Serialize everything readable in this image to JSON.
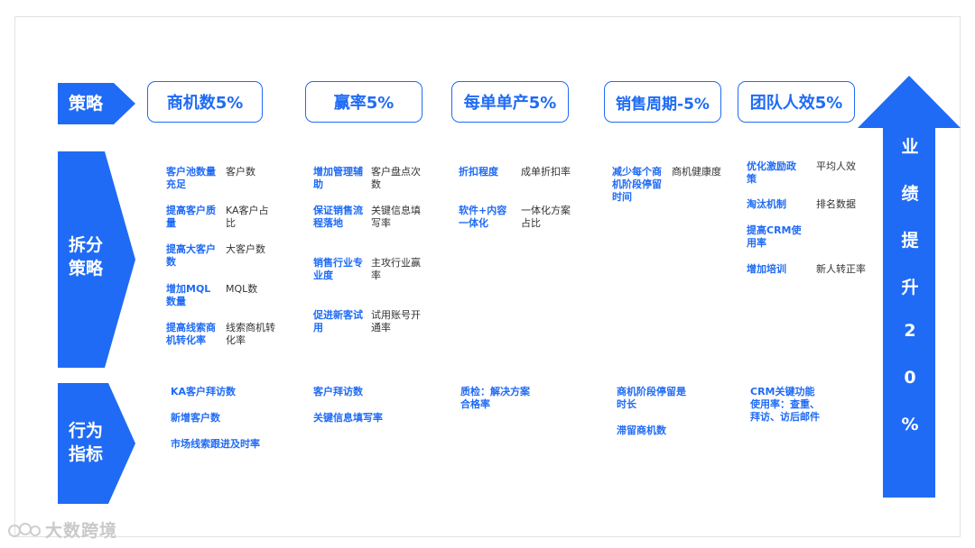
{
  "labels": {
    "strategy": "策略",
    "breakdown": [
      "拆分",
      "策略"
    ],
    "behavior": [
      "行为",
      "指标"
    ]
  },
  "strategies": [
    "商机数5%",
    "赢率5%",
    "每单单产5%",
    "销售周期-5%",
    "团队人效5%"
  ],
  "breakdown": {
    "col1": [
      {
        "action": "客户池数量充足",
        "metric": "客户数"
      },
      {
        "action": "提高客户质量",
        "metric": "KA客户占比"
      },
      {
        "action": "提高大客户数",
        "metric": "大客户数"
      },
      {
        "action": "增加MQL数量",
        "metric": "MQL数"
      },
      {
        "action": "提高线索商机转化率",
        "metric": "线索商机转化率"
      }
    ],
    "col2": [
      {
        "action": "增加管理辅助",
        "metric": "客户盘点次数"
      },
      {
        "action": "保证销售流程落地",
        "metric": "关键信息填写率"
      },
      {
        "action": "销售行业专业度",
        "metric": "主攻行业赢率"
      },
      {
        "action": "促进新客试用",
        "metric": "试用账号开通率"
      }
    ],
    "col3": [
      {
        "action": "折扣程度",
        "metric": "成单折扣率"
      },
      {
        "action": "软件+内容一体化",
        "metric": "一体化方案占比"
      }
    ],
    "col4": [
      {
        "action": "减少每个商机阶段停留时间",
        "metric": "商机健康度"
      }
    ],
    "col5": [
      {
        "action": "优化激励政策",
        "metric": "平均人效"
      },
      {
        "action": "淘汰机制",
        "metric": "排名数据"
      },
      {
        "action": "提高CRM使用率",
        "metric": ""
      },
      {
        "action": "增加培训",
        "metric": "新人转正率"
      }
    ]
  },
  "behavior": {
    "col1": [
      "KA客户拜访数",
      "新增客户数",
      "市场线索跟进及时率"
    ],
    "col2": [
      "客户拜访数",
      "关键信息填写率"
    ],
    "col3": [
      "质检：解决方案合格率"
    ],
    "col4": [
      "商机阶段停留是时长",
      "滞留商机数"
    ],
    "col5": [
      "CRM关键功能使用率：查重、拜访、访后邮件"
    ]
  },
  "goal_chars": [
    "业",
    "绩",
    "提",
    "升",
    "2",
    "0",
    "%"
  ],
  "watermark": "大数跨境",
  "colors": {
    "accent": "#1f6bf5",
    "text": "#333333"
  }
}
